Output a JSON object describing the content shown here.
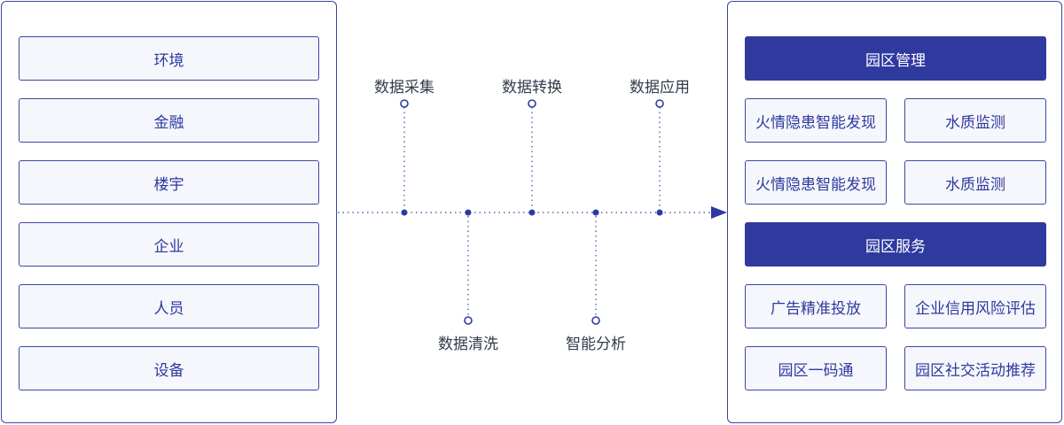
{
  "data_sources": {
    "items": [
      {
        "label": "环境"
      },
      {
        "label": "金融"
      },
      {
        "label": "楼宇"
      },
      {
        "label": "企业"
      },
      {
        "label": "人员"
      },
      {
        "label": "设备"
      }
    ]
  },
  "pipeline": {
    "top_stages": [
      {
        "label": "数据采集"
      },
      {
        "label": "数据转换"
      },
      {
        "label": "数据应用"
      }
    ],
    "bottom_stages": [
      {
        "label": "数据清洗"
      },
      {
        "label": "智能分析"
      }
    ],
    "colors": {
      "line": "#3b46a3",
      "dot": "#2f3a9f"
    }
  },
  "applications": {
    "management": {
      "title": "园区管理",
      "items": [
        {
          "label": "火情隐患智能发现"
        },
        {
          "label": "水质监测"
        },
        {
          "label": "火情隐患智能发现"
        },
        {
          "label": "水质监测"
        }
      ]
    },
    "services": {
      "title": "园区服务",
      "items": [
        {
          "label": "广告精准投放"
        },
        {
          "label": "企业信用风险评估"
        },
        {
          "label": "园区一码通"
        },
        {
          "label": "园区社交活动推荐"
        }
      ]
    }
  },
  "colors": {
    "accent": "#2f3a9f",
    "border": "#3b46a3",
    "box_fill": "#f6f7fd",
    "text_dark": "#333b4a"
  }
}
